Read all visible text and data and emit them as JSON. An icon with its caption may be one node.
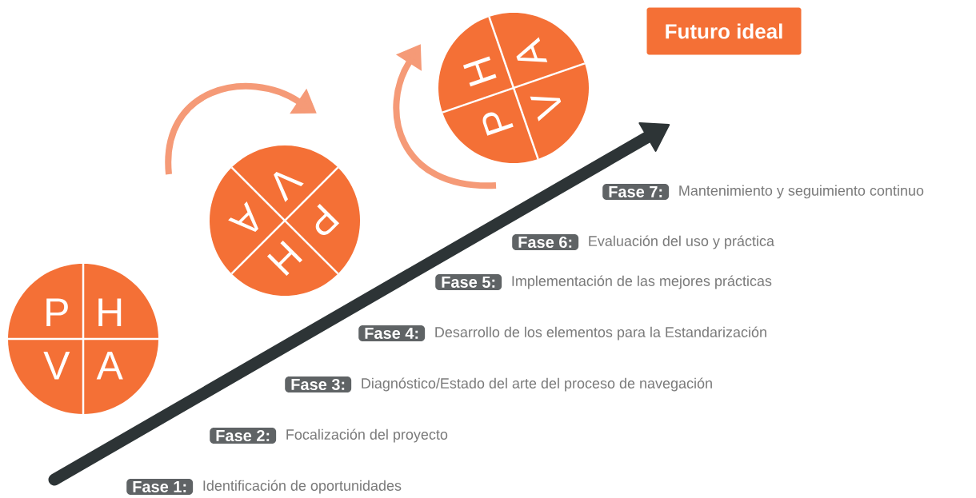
{
  "diagram": {
    "nodes": [
      {
        "text": [
          "Futuro ideal"
        ]
      },
      {
        "text": [
          "P",
          "H",
          "V",
          "A"
        ]
      },
      {
        "text": [
          "P",
          "H",
          "V",
          "A"
        ]
      },
      {
        "text": [
          "P",
          "H",
          "V",
          "A"
        ]
      },
      {
        "text": [
          "Fase 1:"
        ],
        "beside": [
          "Identificación de oportunidades"
        ]
      },
      {
        "text": [
          "Fase 2:"
        ],
        "beside": [
          "Focalización del proyecto"
        ]
      },
      {
        "text": [
          "Fase 3:"
        ],
        "beside": [
          "Diagnóstico/Estado del arte del proceso de navegación"
        ]
      },
      {
        "text": [
          "Fase 4:"
        ],
        "beside": [
          "Desarrollo de los elementos para la Estandarización"
        ]
      },
      {
        "text": [
          "Fase 5:"
        ],
        "beside": [
          "Implementación de las mejores prácticas"
        ]
      },
      {
        "text": [
          "Fase 6:"
        ],
        "beside": [
          "Evaluación del uso y práctica"
        ]
      },
      {
        "text": [
          "Fase 7:"
        ],
        "beside": [
          "Mantenimiento y seguimiento continuo"
        ]
      }
    ]
  }
}
